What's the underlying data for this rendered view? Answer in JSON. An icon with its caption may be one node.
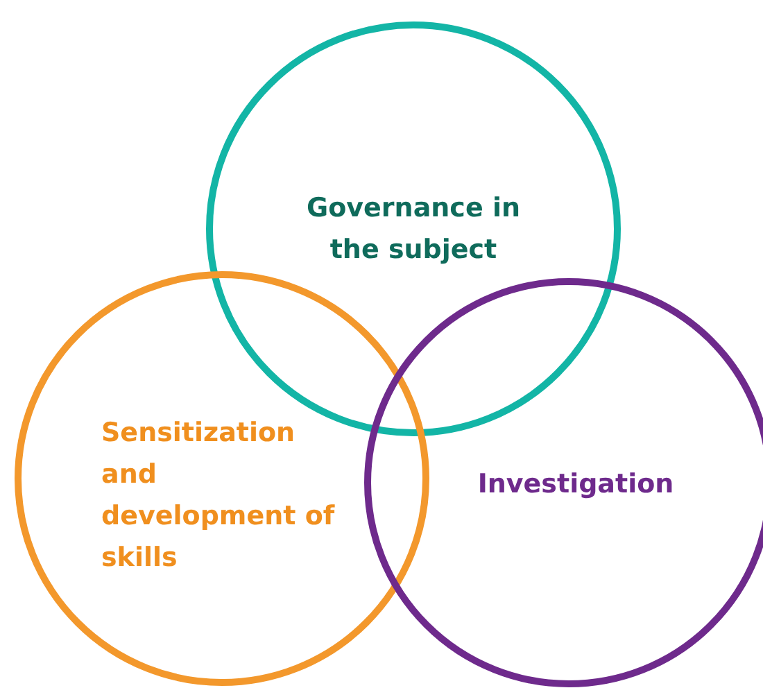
{
  "diagram": {
    "nodes": [
      {
        "text": [
          "Governance in the subject"
        ]
      },
      {
        "text": [
          "Sensitization and development of skills"
        ]
      },
      {
        "text": [
          "Investigation"
        ]
      }
    ]
  }
}
